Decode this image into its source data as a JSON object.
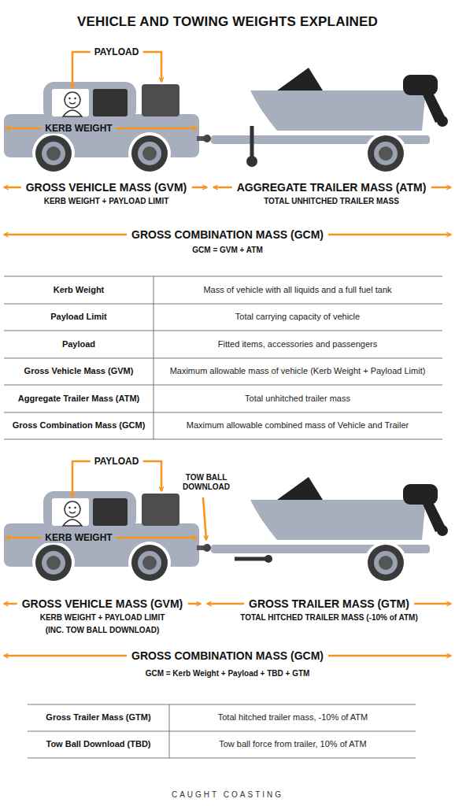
{
  "diagram": {
    "title": "VEHICLE AND TOWING WEIGHTS EXPLAINED",
    "labels": [
      "PAYLOAD",
      "KERB WEIGHT",
      "GROSS VEHICLE MASS (GVM)",
      "KERB WEIGHT + PAYLOAD LIMIT",
      "AGGREGATE TRAILER MASS (ATM)",
      "TOTAL UNHITCHED TRAILER MASS",
      "GROSS COMBINATION MASS (GCM)",
      "GCM = GVM + ATM",
      "Kerb Weight",
      "Mass of vehicle with all liquids and a full fuel tank",
      "Payload Limit",
      "Total carrying capacity of vehicle",
      "Payload",
      "Fitted items, accessories and passengers",
      "Gross Vehicle Mass (GVM)",
      "Maximum allowable mass of vehicle (Kerb Weight + Payload Limit)",
      "Aggregate Trailer Mass (ATM)",
      "Total unhitched trailer mass",
      "Gross Combination Mass (GCM)",
      "Maximum allowable combined mass of Vehicle and Trailer",
      "PAYLOAD",
      "TOW BALL DOWNLOAD",
      "KERB WEIGHT",
      "GROSS VEHICLE MASS (GVM)",
      "KERB WEIGHT + PAYLOAD LIMIT",
      "(INC. TOW BALL DOWNLOAD)",
      "GROSS TRAILER MASS (GTM)",
      "TOTAL HITCHED TRAILER MASS (-10% of ATM)",
      "GROSS COMBINATION MASS (GCM)",
      "GCM = Kerb Weight + Payload + TBD + GTM",
      "Gross Trailer Mass (GTM)",
      "Total hitched trailer mass, -10% of ATM",
      "Tow Ball Download (TBD)",
      "Tow ball force from trailer, 10% of ATM",
      "CAUGHT COASTING"
    ]
  }
}
